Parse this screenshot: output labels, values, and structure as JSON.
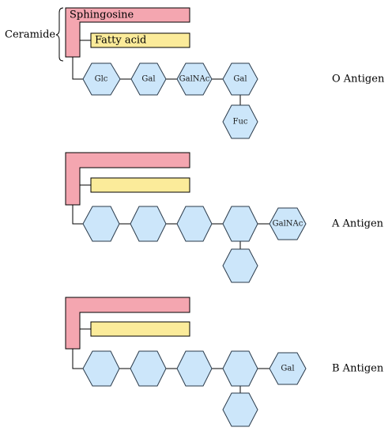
{
  "ceramide_label": "Ceramide",
  "lipid_labels": {
    "sphingosine": "Sphingosine",
    "fatty_acid": "Fatty acid"
  },
  "colors": {
    "sphingosine_fill": "#f4a6b0",
    "fatty_acid_fill": "#fbeb9a",
    "sugar_fill": "#cce6fa",
    "sugar_stroke": "#2a3a4a"
  },
  "antigens": [
    {
      "name": "O Antigen",
      "chain": [
        "Glc",
        "Gal",
        "GalNAc",
        "Gal"
      ],
      "branch": "Fuc",
      "terminal": ""
    },
    {
      "name": "A Antigen",
      "chain": [
        "",
        "",
        "",
        ""
      ],
      "branch": "",
      "terminal": "GalNAc"
    },
    {
      "name": "B Antigen",
      "chain": [
        "",
        "",
        "",
        ""
      ],
      "branch": "",
      "terminal": "Gal"
    }
  ]
}
